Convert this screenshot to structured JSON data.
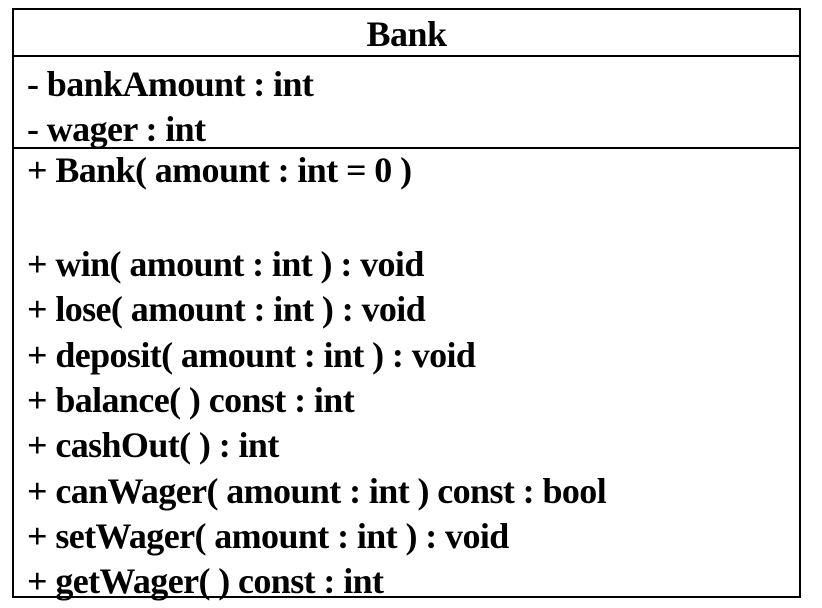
{
  "class": {
    "name": "Bank",
    "attributes": [
      "- bankAmount : int",
      "- wager : int"
    ],
    "constructor": "+ Bank( amount : int = 0 )",
    "operations": [
      "+ win( amount : int ) : void",
      "+ lose( amount : int ) : void",
      "+ deposit( amount : int ) : void",
      "+ balance( ) const : int",
      "+ cashOut( ) : int",
      "+ canWager( amount : int ) const : bool",
      "+ setWager( amount : int ) : void",
      "+ getWager( ) const : int"
    ]
  }
}
